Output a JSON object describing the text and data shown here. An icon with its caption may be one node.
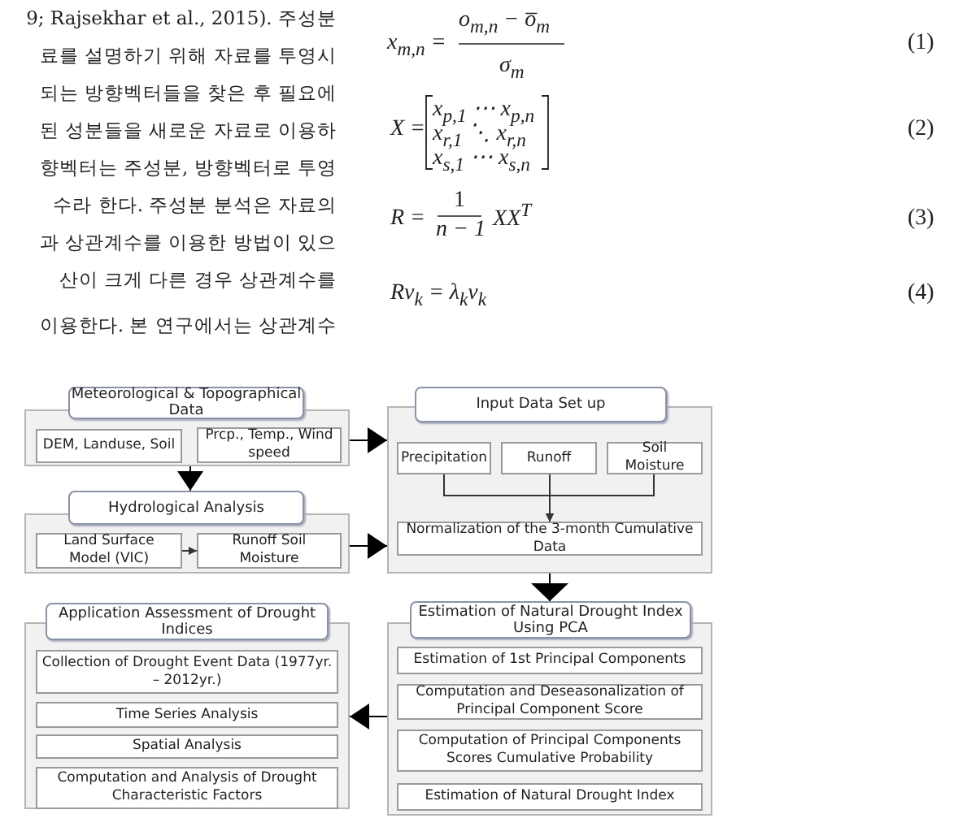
{
  "diagram": {
    "nodes": [
      {
        "text": [
          "Meteorological & Topographical Data"
        ]
      },
      {
        "text": [
          "DEM, Landuse, Soil"
        ],
        "in": 0
      },
      {
        "text": [
          "Prcp., Temp., Wind speed"
        ],
        "in": 0
      },
      {
        "text": [
          "Hydrological Analysis"
        ]
      },
      {
        "text": [
          "Land Surface Model (VIC)"
        ],
        "in": 3
      },
      {
        "text": [
          "Runoff Soil Moisture"
        ],
        "in": 3
      },
      {
        "text": [
          "Input Data Set up"
        ]
      },
      {
        "text": [
          "Precipitation"
        ],
        "in": 6
      },
      {
        "text": [
          "Runoff"
        ],
        "in": 6
      },
      {
        "text": [
          "Soil Moisture"
        ],
        "in": 6
      },
      {
        "text": [
          "Normalization of the 3-month Cumulative Data"
        ],
        "in": 6
      },
      {
        "text": [
          "Estimation of Natural Drought Index Using PCA"
        ]
      },
      {
        "text": [
          "Estimation of 1st Principal Components"
        ],
        "in": 11
      },
      {
        "text": [
          "Computation and Deseasonalization of Principal Component Score"
        ],
        "in": 11
      },
      {
        "text": [
          "Computation of Principal Components Scores Cumulative Probability"
        ],
        "in": 11
      },
      {
        "text": [
          "Estimation of Natural Drought Index"
        ],
        "in": 11
      },
      {
        "text": [
          "Application Assessment of Drought Indices"
        ]
      },
      {
        "text": [
          "Collection of Drought Event Data (1977yr. – 2012yr.)"
        ],
        "in": 16
      },
      {
        "text": [
          "Time Series Analysis"
        ],
        "in": 16
      },
      {
        "text": [
          "Spatial Analysis"
        ],
        "in": 16
      },
      {
        "text": [
          "Computation and Analysis of Drought Characteristic Factors"
        ],
        "in": 16
      }
    ],
    "edges": [
      {
        "from": 0,
        "to": 3,
        "arrow": "to"
      },
      {
        "from": 0,
        "to": 6,
        "arrow": "to"
      },
      {
        "from": 3,
        "to": 6,
        "arrow": "to"
      },
      {
        "from": 4,
        "to": 5,
        "arrow": "to"
      },
      {
        "from": 7,
        "to": 10,
        "arrow": "to"
      },
      {
        "from": 8,
        "to": 10,
        "arrow": "to"
      },
      {
        "from": 9,
        "to": 10,
        "arrow": "to"
      },
      {
        "from": 6,
        "to": 11,
        "arrow": "to"
      },
      {
        "from": 11,
        "to": 16,
        "arrow": "to"
      }
    ],
    "labels": [
      "9; Rajsekhar et al., 2015). 주성분",
      "료를 설명하기 위해 자료를 투영시",
      "되는 방향벡터들을 찾은 후 필요에",
      "된 성분들을 새로운 자료로 이용하",
      "향벡터는 주성분, 방향벡터로 투영",
      "수라 한다. 주성분 분석은 자료의",
      "과 상관계수를 이용한 방법이 있으",
      "산이 크게 다른 경우 상관계수를",
      "이용한다. 본 연구에서는 상관계수",
      "x$_{m,n}$ =",
      "o$_{m,n}$ − o̅$_{m}$",
      "σ$_{m}$",
      "(1)",
      "X =",
      "x$_{p,1}$ ⋯ x$_{p,n}$",
      "x$_{r,1}$ ⋱ x$_{r,n}$",
      "x$_{s,1}$ ⋯ x$_{s,n}$",
      "(2)",
      "R =",
      "1",
      "n − 1",
      "XX$^{T}$",
      "(3)",
      "Rν$_{k}$ = λ$_{k}$ν$_{k}$",
      "(4)"
    ]
  }
}
